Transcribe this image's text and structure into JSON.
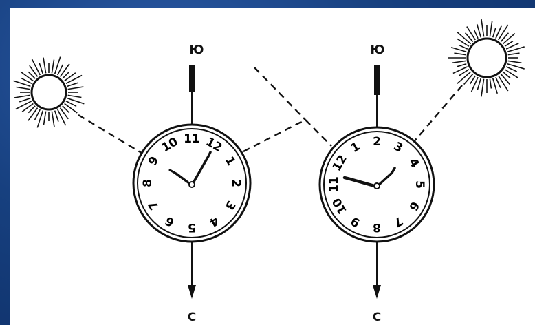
{
  "diagram": {
    "left": {
      "south_label": "Ю",
      "north_label": "С",
      "dial_numbers": [
        "10",
        "11",
        "12",
        "1",
        "2",
        "3",
        "4",
        "5",
        "6",
        "7",
        "8",
        "9"
      ]
    },
    "right": {
      "south_label": "Ю",
      "north_label": "С",
      "dial_numbers": [
        "1",
        "2",
        "3",
        "4",
        "5",
        "6",
        "7",
        "8",
        "9",
        "10",
        "11",
        "12"
      ]
    }
  }
}
